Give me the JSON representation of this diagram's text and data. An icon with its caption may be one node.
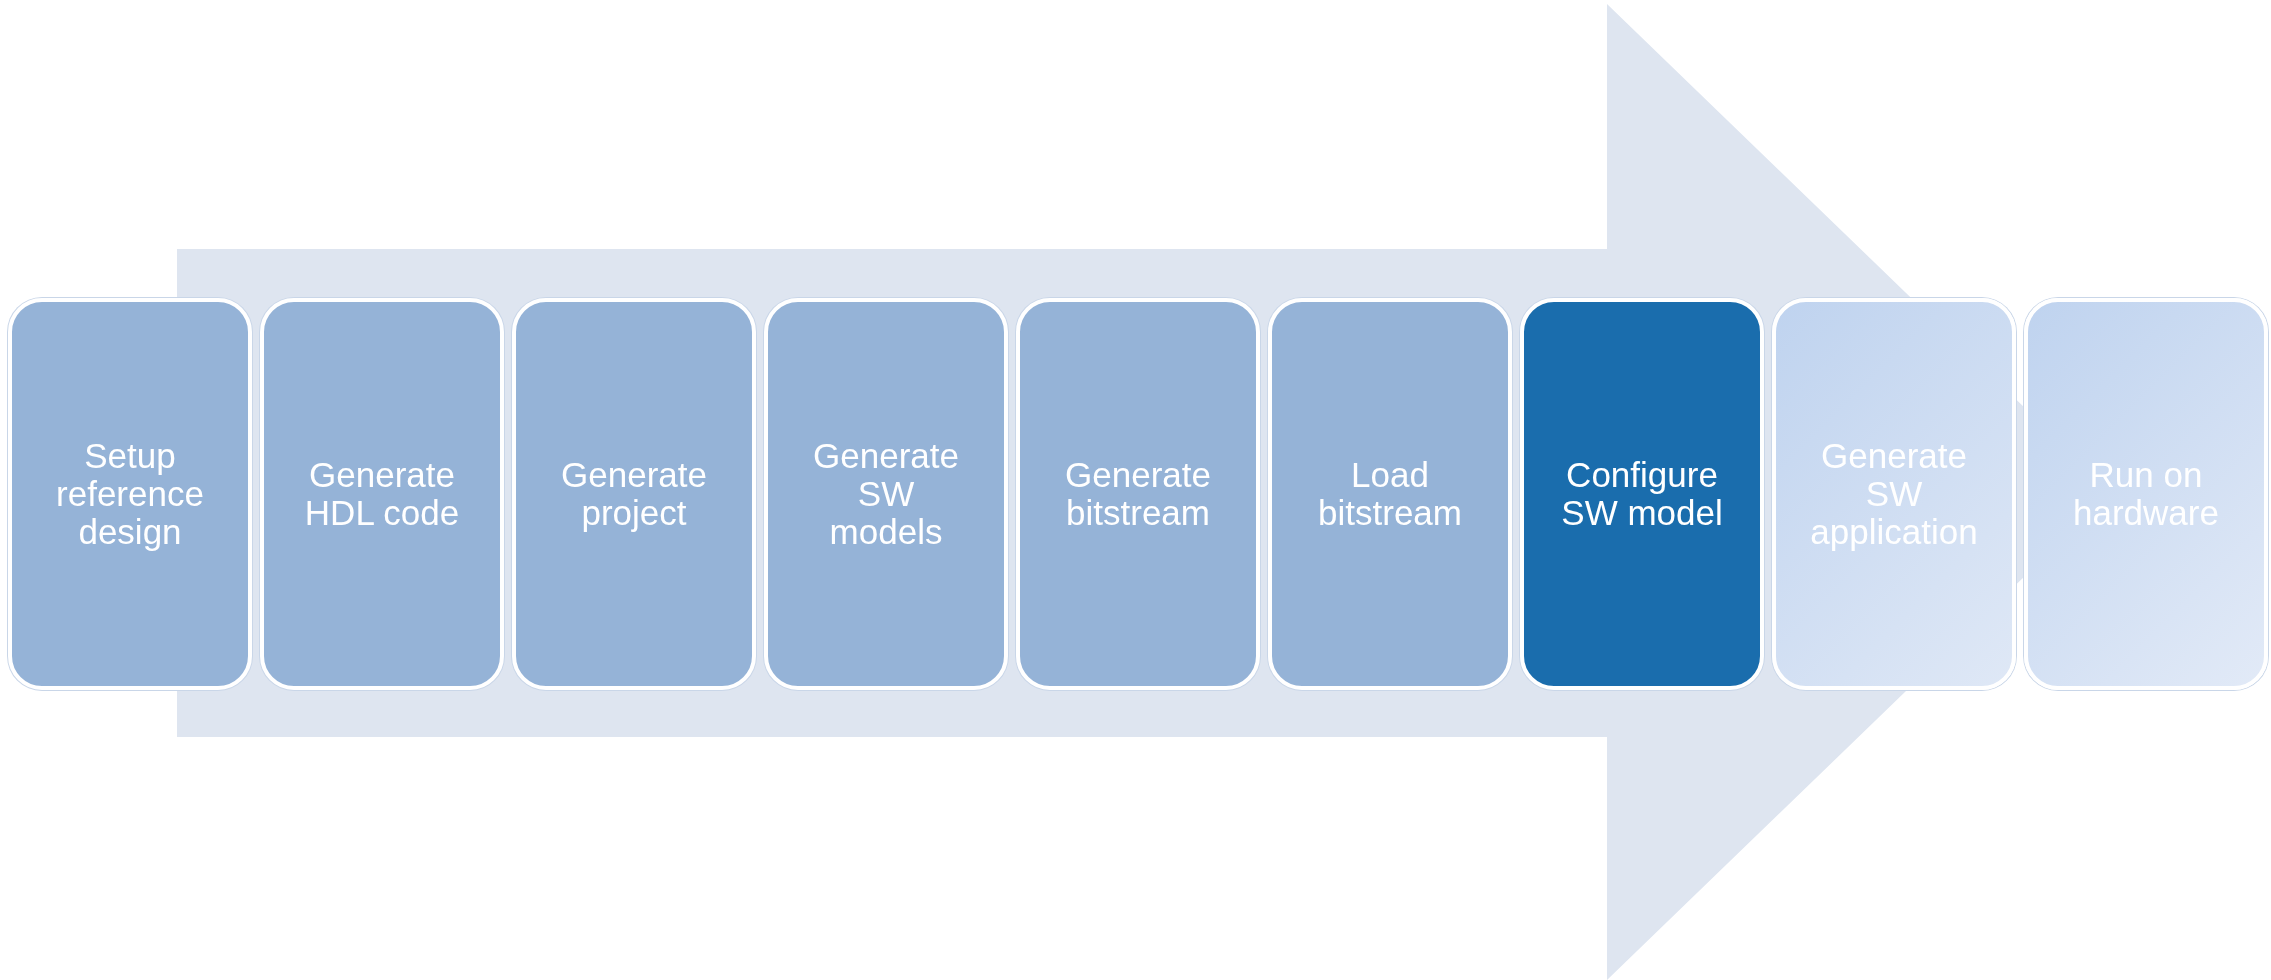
{
  "diagram": {
    "nodes": [
      {
        "text": [
          "Setup reference design"
        ]
      },
      {
        "text": [
          "Generate HDL code"
        ]
      },
      {
        "text": [
          "Generate project"
        ]
      },
      {
        "text": [
          "Generate SW models"
        ]
      },
      {
        "text": [
          "Generate bitstream"
        ]
      },
      {
        "text": [
          "Load bitstream"
        ]
      },
      {
        "text": [
          "Configure SW model"
        ]
      },
      {
        "text": [
          "Generate SW application"
        ]
      },
      {
        "text": [
          "Run on hardware"
        ]
      }
    ],
    "edges": [
      {
        "from": 0,
        "to": 8,
        "arrow": "to"
      }
    ]
  }
}
